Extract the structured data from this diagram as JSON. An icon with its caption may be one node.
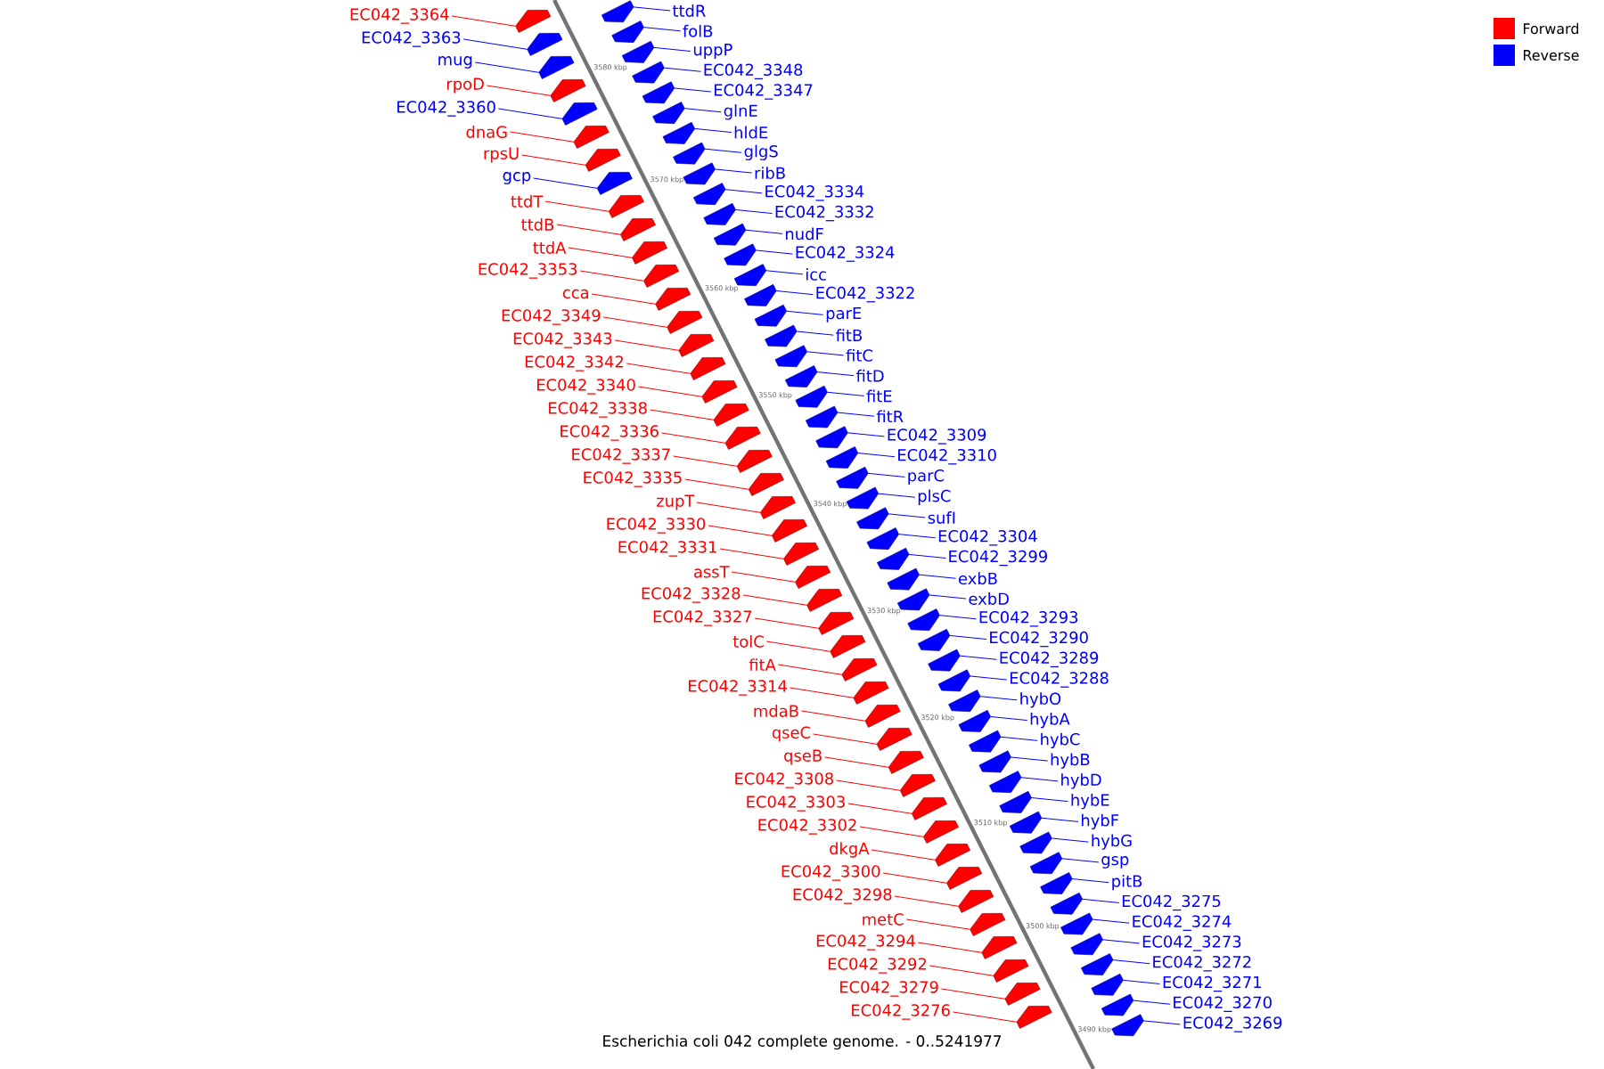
{
  "diagram": {
    "caption": "Escherichia coli 042 complete genome. - 0..5241977",
    "nodes": [
      {
        "text": [
          "EC042_3364"
        ]
      },
      {
        "text": [
          "EC042_3363"
        ]
      },
      {
        "text": [
          "mug"
        ]
      },
      {
        "text": [
          "rpoD"
        ]
      },
      {
        "text": [
          "EC042_3360"
        ]
      },
      {
        "text": [
          "dnaG"
        ]
      },
      {
        "text": [
          "rpsU"
        ]
      },
      {
        "text": [
          "gcp"
        ]
      },
      {
        "text": [
          "ttdT"
        ]
      },
      {
        "text": [
          "ttdB"
        ]
      },
      {
        "text": [
          "ttdA"
        ]
      },
      {
        "text": [
          "EC042_3353"
        ]
      },
      {
        "text": [
          "cca"
        ]
      },
      {
        "text": [
          "EC042_3349"
        ]
      },
      {
        "text": [
          "EC042_3343"
        ]
      },
      {
        "text": [
          "EC042_3342"
        ]
      },
      {
        "text": [
          "EC042_3340"
        ]
      },
      {
        "text": [
          "EC042_3338"
        ]
      },
      {
        "text": [
          "EC042_3336"
        ]
      },
      {
        "text": [
          "EC042_3337"
        ]
      },
      {
        "text": [
          "EC042_3335"
        ]
      },
      {
        "text": [
          "zupT"
        ]
      },
      {
        "text": [
          "EC042_3330"
        ]
      },
      {
        "text": [
          "EC042_3331"
        ]
      },
      {
        "text": [
          "assT"
        ]
      },
      {
        "text": [
          "EC042_3328"
        ]
      },
      {
        "text": [
          "EC042_3327"
        ]
      },
      {
        "text": [
          "tolC"
        ]
      },
      {
        "text": [
          "fitA"
        ]
      },
      {
        "text": [
          "EC042_3314"
        ]
      },
      {
        "text": [
          "mdaB"
        ]
      },
      {
        "text": [
          "qseC"
        ]
      },
      {
        "text": [
          "qseB"
        ]
      },
      {
        "text": [
          "EC042_3308"
        ]
      },
      {
        "text": [
          "EC042_3303"
        ]
      },
      {
        "text": [
          "EC042_3302"
        ]
      },
      {
        "text": [
          "dkgA"
        ]
      },
      {
        "text": [
          "EC042_3300"
        ]
      },
      {
        "text": [
          "EC042_3298"
        ]
      },
      {
        "text": [
          "metC"
        ]
      },
      {
        "text": [
          "EC042_3294"
        ]
      },
      {
        "text": [
          "EC042_3292"
        ]
      },
      {
        "text": [
          "EC042_3279"
        ]
      },
      {
        "text": [
          "EC042_3276"
        ]
      },
      {
        "text": [
          "ttdR"
        ]
      },
      {
        "text": [
          "folB"
        ]
      },
      {
        "text": [
          "uppP"
        ]
      },
      {
        "text": [
          "EC042_3348"
        ]
      },
      {
        "text": [
          "EC042_3347"
        ]
      },
      {
        "text": [
          "glnE"
        ]
      },
      {
        "text": [
          "hldE"
        ]
      },
      {
        "text": [
          "glgS"
        ]
      },
      {
        "text": [
          "ribB"
        ]
      },
      {
        "text": [
          "EC042_3334"
        ]
      },
      {
        "text": [
          "EC042_3332"
        ]
      },
      {
        "text": [
          "nudF"
        ]
      },
      {
        "text": [
          "EC042_3324"
        ]
      },
      {
        "text": [
          "icc"
        ]
      },
      {
        "text": [
          "EC042_3322"
        ]
      },
      {
        "text": [
          "parE"
        ]
      },
      {
        "text": [
          "fitB"
        ]
      },
      {
        "text": [
          "fitC"
        ]
      },
      {
        "text": [
          "fitD"
        ]
      },
      {
        "text": [
          "fitE"
        ]
      },
      {
        "text": [
          "fitR"
        ]
      },
      {
        "text": [
          "EC042_3309"
        ]
      },
      {
        "text": [
          "EC042_3310"
        ]
      },
      {
        "text": [
          "parC"
        ]
      },
      {
        "text": [
          "plsC"
        ]
      },
      {
        "text": [
          "sufI"
        ]
      },
      {
        "text": [
          "EC042_3304"
        ]
      },
      {
        "text": [
          "EC042_3299"
        ]
      },
      {
        "text": [
          "exbB"
        ]
      },
      {
        "text": [
          "exbD"
        ]
      },
      {
        "text": [
          "EC042_3293"
        ]
      },
      {
        "text": [
          "EC042_3290"
        ]
      },
      {
        "text": [
          "EC042_3289"
        ]
      },
      {
        "text": [
          "EC042_3288"
        ]
      },
      {
        "text": [
          "hybO"
        ]
      },
      {
        "text": [
          "hybA"
        ]
      },
      {
        "text": [
          "hybC"
        ]
      },
      {
        "text": [
          "hybB"
        ]
      },
      {
        "text": [
          "hybD"
        ]
      },
      {
        "text": [
          "hybE"
        ]
      },
      {
        "text": [
          "hybF"
        ]
      },
      {
        "text": [
          "hybG"
        ]
      },
      {
        "text": [
          "gsp"
        ]
      },
      {
        "text": [
          "pitB"
        ]
      },
      {
        "text": [
          "EC042_3275"
        ]
      },
      {
        "text": [
          "EC042_3274"
        ]
      },
      {
        "text": [
          "EC042_3273"
        ]
      },
      {
        "text": [
          "EC042_3272"
        ]
      },
      {
        "text": [
          "EC042_3271"
        ]
      },
      {
        "text": [
          "EC042_3270"
        ]
      },
      {
        "text": [
          "EC042_3269"
        ]
      },
      {
        "text": [],
        "shape": "arrow"
      },
      {
        "text": [],
        "shape": "arrow"
      },
      {
        "text": [],
        "shape": "arrow"
      },
      {
        "text": [],
        "shape": "arrow"
      },
      {
        "text": [],
        "shape": "arrow"
      },
      {
        "text": [],
        "shape": "arrow"
      },
      {
        "text": [],
        "shape": "arrow"
      },
      {
        "text": [],
        "shape": "arrow"
      },
      {
        "text": [],
        "shape": "arrow"
      },
      {
        "text": [],
        "shape": "arrow"
      },
      {
        "text": [],
        "shape": "arrow"
      },
      {
        "text": [],
        "shape": "arrow"
      },
      {
        "text": [],
        "shape": "arrow"
      },
      {
        "text": [],
        "shape": "arrow"
      },
      {
        "text": [],
        "shape": "arrow"
      },
      {
        "text": [],
        "shape": "arrow"
      },
      {
        "text": [],
        "shape": "arrow"
      },
      {
        "text": [],
        "shape": "arrow"
      },
      {
        "text": [],
        "shape": "arrow"
      },
      {
        "text": [],
        "shape": "arrow"
      },
      {
        "text": [],
        "shape": "arrow"
      },
      {
        "text": [],
        "shape": "arrow"
      },
      {
        "text": [],
        "shape": "arrow"
      },
      {
        "text": [],
        "shape": "arrow"
      },
      {
        "text": [],
        "shape": "arrow"
      },
      {
        "text": [],
        "shape": "arrow"
      },
      {
        "text": [],
        "shape": "arrow"
      },
      {
        "text": [],
        "shape": "arrow"
      },
      {
        "text": [],
        "shape": "arrow"
      },
      {
        "text": [],
        "shape": "arrow"
      },
      {
        "text": [],
        "shape": "arrow"
      },
      {
        "text": [],
        "shape": "arrow"
      },
      {
        "text": [],
        "shape": "arrow"
      },
      {
        "text": [],
        "shape": "arrow"
      },
      {
        "text": [],
        "shape": "arrow"
      },
      {
        "text": [],
        "shape": "arrow"
      },
      {
        "text": [],
        "shape": "arrow"
      },
      {
        "text": [],
        "shape": "arrow"
      },
      {
        "text": [],
        "shape": "arrow"
      },
      {
        "text": [],
        "shape": "arrow"
      },
      {
        "text": [],
        "shape": "arrow"
      },
      {
        "text": [],
        "shape": "arrow"
      },
      {
        "text": [],
        "shape": "arrow"
      },
      {
        "text": [],
        "shape": "arrow"
      },
      {
        "text": [],
        "shape": "arrow"
      },
      {
        "text": [],
        "shape": "arrow"
      },
      {
        "text": [],
        "shape": "arrow"
      },
      {
        "text": [],
        "shape": "arrow"
      },
      {
        "text": [],
        "shape": "arrow"
      },
      {
        "text": [],
        "shape": "arrow"
      },
      {
        "text": [],
        "shape": "arrow"
      },
      {
        "text": [],
        "shape": "arrow"
      },
      {
        "text": [],
        "shape": "arrow"
      },
      {
        "text": [],
        "shape": "arrow"
      },
      {
        "text": [],
        "shape": "arrow"
      },
      {
        "text": [],
        "shape": "arrow"
      },
      {
        "text": [],
        "shape": "arrow"
      },
      {
        "text": [],
        "shape": "arrow"
      },
      {
        "text": [],
        "shape": "arrow"
      },
      {
        "text": [],
        "shape": "arrow"
      },
      {
        "text": [],
        "shape": "arrow"
      },
      {
        "text": [],
        "shape": "arrow"
      },
      {
        "text": [],
        "shape": "arrow"
      },
      {
        "text": [],
        "shape": "arrow"
      },
      {
        "text": [],
        "shape": "arrow"
      },
      {
        "text": [],
        "shape": "arrow"
      },
      {
        "text": [],
        "shape": "arrow"
      },
      {
        "text": [],
        "shape": "arrow"
      },
      {
        "text": [],
        "shape": "arrow"
      },
      {
        "text": [],
        "shape": "arrow"
      },
      {
        "text": [],
        "shape": "arrow"
      },
      {
        "text": [],
        "shape": "arrow"
      },
      {
        "text": [],
        "shape": "arrow"
      },
      {
        "text": [],
        "shape": "arrow"
      },
      {
        "text": [],
        "shape": "arrow"
      },
      {
        "text": [],
        "shape": "arrow"
      },
      {
        "text": [],
        "shape": "arrow"
      },
      {
        "text": [],
        "shape": "arrow"
      },
      {
        "text": [],
        "shape": "arrow"
      },
      {
        "text": [],
        "shape": "arrow"
      },
      {
        "text": [],
        "shape": "arrow"
      },
      {
        "text": [],
        "shape": "arrow"
      },
      {
        "text": [],
        "shape": "arrow"
      },
      {
        "text": [],
        "shape": "arrow"
      },
      {
        "text": [],
        "shape": "arrow"
      },
      {
        "text": [],
        "shape": "arrow"
      },
      {
        "text": [],
        "shape": "arrow"
      },
      {
        "text": [],
        "shape": "arrow"
      },
      {
        "text": [],
        "shape": "arrow"
      },
      {
        "text": [],
        "shape": "arrow"
      },
      {
        "text": [],
        "shape": "arrow"
      },
      {
        "text": [],
        "shape": "arrow"
      },
      {
        "text": [],
        "shape": "arrow"
      },
      {
        "text": [],
        "shape": "arrow"
      },
      {
        "text": [],
        "shape": "arrow"
      }
    ],
    "edges": [
      {
        "from": 0,
        "to": 95,
        "arrow": "none",
        "color": "#ff0000"
      },
      {
        "from": 1,
        "to": 96,
        "arrow": "none"
      },
      {
        "from": 2,
        "to": 97,
        "arrow": "none"
      },
      {
        "from": 3,
        "to": 98,
        "arrow": "none",
        "color": "#ff0000"
      },
      {
        "from": 4,
        "to": 99,
        "arrow": "none"
      },
      {
        "from": 5,
        "to": 100,
        "arrow": "none",
        "color": "#ff0000"
      },
      {
        "from": 6,
        "to": 101,
        "arrow": "none",
        "color": "#ff0000"
      },
      {
        "from": 7,
        "to": 102,
        "arrow": "none"
      },
      {
        "from": 8,
        "to": 103,
        "arrow": "none",
        "color": "#ff0000"
      },
      {
        "from": 9,
        "to": 104,
        "arrow": "none",
        "color": "#ff0000"
      },
      {
        "from": 10,
        "to": 105,
        "arrow": "none",
        "color": "#ff0000"
      },
      {
        "from": 11,
        "to": 106,
        "arrow": "none",
        "color": "#ff0000"
      },
      {
        "from": 12,
        "to": 107,
        "arrow": "none",
        "color": "#ff0000"
      },
      {
        "from": 13,
        "to": 108,
        "arrow": "none",
        "color": "#ff0000"
      },
      {
        "from": 14,
        "to": 109,
        "arrow": "none",
        "color": "#ff0000"
      },
      {
        "from": 15,
        "to": 110,
        "arrow": "none",
        "color": "#ff0000"
      },
      {
        "from": 16,
        "to": 111,
        "arrow": "none",
        "color": "#ff0000"
      },
      {
        "from": 17,
        "to": 112,
        "arrow": "none",
        "color": "#ff0000"
      },
      {
        "from": 18,
        "to": 113,
        "arrow": "none",
        "color": "#ff0000"
      },
      {
        "from": 19,
        "to": 114,
        "arrow": "none",
        "color": "#ff0000"
      },
      {
        "from": 20,
        "to": 115,
        "arrow": "none",
        "color": "#ff0000"
      },
      {
        "from": 21,
        "to": 116,
        "arrow": "none",
        "color": "#ff0000"
      },
      {
        "from": 22,
        "to": 117,
        "arrow": "none",
        "color": "#ff0000"
      },
      {
        "from": 23,
        "to": 118,
        "arrow": "none",
        "color": "#ff0000"
      },
      {
        "from": 24,
        "to": 119,
        "arrow": "none",
        "color": "#ff0000"
      },
      {
        "from": 25,
        "to": 120,
        "arrow": "none",
        "color": "#ff0000"
      },
      {
        "from": 26,
        "to": 121,
        "arrow": "none",
        "color": "#ff0000"
      },
      {
        "from": 27,
        "to": 122,
        "arrow": "none",
        "color": "#ff0000"
      },
      {
        "from": 28,
        "to": 123,
        "arrow": "none",
        "color": "#ff0000"
      },
      {
        "from": 29,
        "to": 124,
        "arrow": "none",
        "color": "#ff0000"
      },
      {
        "from": 30,
        "to": 125,
        "arrow": "none",
        "color": "#ff0000"
      },
      {
        "from": 31,
        "to": 126,
        "arrow": "none",
        "color": "#ff0000"
      },
      {
        "from": 32,
        "to": 127,
        "arrow": "none",
        "color": "#ff0000"
      },
      {
        "from": 33,
        "to": 128,
        "arrow": "none",
        "color": "#ff0000"
      },
      {
        "from": 34,
        "to": 129,
        "arrow": "none",
        "color": "#ff0000"
      },
      {
        "from": 35,
        "to": 130,
        "arrow": "none",
        "color": "#ff0000"
      },
      {
        "from": 36,
        "to": 131,
        "arrow": "none",
        "color": "#ff0000"
      },
      {
        "from": 37,
        "to": 132,
        "arrow": "none",
        "color": "#ff0000"
      },
      {
        "from": 38,
        "to": 133,
        "arrow": "none",
        "color": "#ff0000"
      },
      {
        "from": 39,
        "to": 134,
        "arrow": "none",
        "color": "#ff0000"
      },
      {
        "from": 40,
        "to": 135,
        "arrow": "none",
        "color": "#ff0000"
      },
      {
        "from": 41,
        "to": 136,
        "arrow": "none",
        "color": "#ff0000"
      },
      {
        "from": 42,
        "to": 137,
        "arrow": "none",
        "color": "#ff0000"
      },
      {
        "from": 43,
        "to": 138,
        "arrow": "none",
        "color": "#ff0000"
      },
      {
        "from": 44,
        "to": 139,
        "arrow": "none"
      },
      {
        "from": 45,
        "to": 140,
        "arrow": "none"
      },
      {
        "from": 46,
        "to": 141,
        "arrow": "none"
      },
      {
        "from": 47,
        "to": 142,
        "arrow": "none"
      },
      {
        "from": 48,
        "to": 143,
        "arrow": "none"
      },
      {
        "from": 49,
        "to": 144,
        "arrow": "none"
      },
      {
        "from": 50,
        "to": 145,
        "arrow": "none"
      },
      {
        "from": 51,
        "to": 146,
        "arrow": "none"
      },
      {
        "from": 52,
        "to": 147,
        "arrow": "none"
      },
      {
        "from": 53,
        "to": 148,
        "arrow": "none"
      },
      {
        "from": 54,
        "to": 149,
        "arrow": "none"
      },
      {
        "from": 55,
        "to": 150,
        "arrow": "none"
      },
      {
        "from": 56,
        "to": 151,
        "arrow": "none"
      },
      {
        "from": 57,
        "to": 152,
        "arrow": "none"
      },
      {
        "from": 58,
        "to": 153,
        "arrow": "none"
      },
      {
        "from": 59,
        "to": 154,
        "arrow": "none"
      },
      {
        "from": 60,
        "to": 155,
        "arrow": "none"
      },
      {
        "from": 61,
        "to": 156,
        "arrow": "none"
      },
      {
        "from": 62,
        "to": 157,
        "arrow": "none"
      },
      {
        "from": 63,
        "to": 158,
        "arrow": "none"
      },
      {
        "from": 64,
        "to": 159,
        "arrow": "none"
      },
      {
        "from": 65,
        "to": 160,
        "arrow": "none"
      },
      {
        "from": 66,
        "to": 161,
        "arrow": "none"
      },
      {
        "from": 67,
        "to": 162,
        "arrow": "none"
      },
      {
        "from": 68,
        "to": 163,
        "arrow": "none"
      },
      {
        "from": 69,
        "to": 164,
        "arrow": "none"
      },
      {
        "from": 70,
        "to": 165,
        "arrow": "none"
      },
      {
        "from": 71,
        "to": 166,
        "arrow": "none"
      },
      {
        "from": 72,
        "to": 167,
        "arrow": "none"
      },
      {
        "from": 73,
        "to": 168,
        "arrow": "none"
      },
      {
        "from": 74,
        "to": 169,
        "arrow": "none"
      },
      {
        "from": 75,
        "to": 170,
        "arrow": "none"
      },
      {
        "from": 76,
        "to": 171,
        "arrow": "none"
      },
      {
        "from": 77,
        "to": 172,
        "arrow": "none"
      },
      {
        "from": 78,
        "to": 173,
        "arrow": "none"
      },
      {
        "from": 79,
        "to": 174,
        "arrow": "none"
      },
      {
        "from": 80,
        "to": 175,
        "arrow": "none"
      },
      {
        "from": 81,
        "to": 176,
        "arrow": "none"
      },
      {
        "from": 82,
        "to": 177,
        "arrow": "none"
      },
      {
        "from": 83,
        "to": 178,
        "arrow": "none"
      },
      {
        "from": 84,
        "to": 179,
        "arrow": "none"
      },
      {
        "from": 85,
        "to": 180,
        "arrow": "none"
      },
      {
        "from": 86,
        "to": 181,
        "arrow": "none"
      },
      {
        "from": 87,
        "to": 182,
        "arrow": "none"
      },
      {
        "from": 88,
        "to": 183,
        "arrow": "none"
      },
      {
        "from": 89,
        "to": 184,
        "arrow": "none"
      },
      {
        "from": 90,
        "to": 185,
        "arrow": "none"
      },
      {
        "from": 91,
        "to": 186,
        "arrow": "none"
      },
      {
        "from": 92,
        "to": 187,
        "arrow": "none"
      },
      {
        "from": 93,
        "to": 188,
        "arrow": "none"
      },
      {
        "from": 94,
        "to": 189,
        "arrow": "none"
      }
    ],
    "labels": [
      "3580 kbp",
      "3570 kbp",
      "3560 kbp",
      "3550 kbp",
      "3540 kbp",
      "3530 kbp",
      "3520 kbp",
      "3510 kbp",
      "3500 kbp",
      "3490 kbp"
    ],
    "legend": [
      {
        "text": "Forward",
        "color": "#ff0000"
      },
      {
        "text": "Reverse",
        "color": "#0000ff"
      }
    ]
  }
}
